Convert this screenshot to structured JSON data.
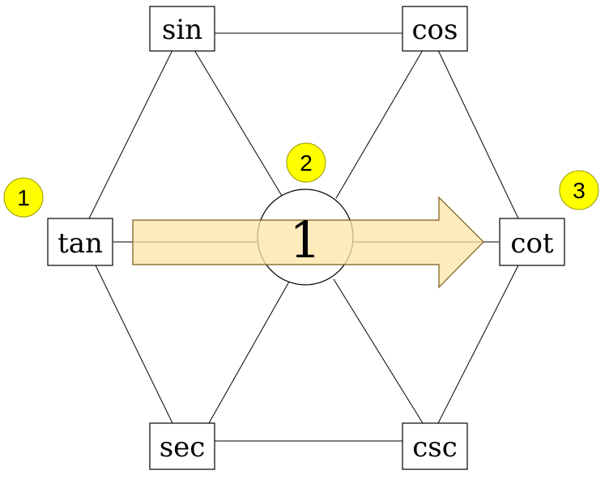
{
  "colors": {
    "arrow_fill": "#fce4a6",
    "arrow_stroke": "#7a5a1a",
    "badge_fill": "#ffff00",
    "badge_stroke": "#999900"
  },
  "nodes": {
    "sin": "sin",
    "cos": "cos",
    "tan": "tan",
    "cot": "cot",
    "sec": "sec",
    "csc": "csc"
  },
  "center": {
    "label": "1"
  },
  "badges": [
    "1",
    "2",
    "3"
  ],
  "arrow": {
    "from": "tan",
    "to": "cot"
  }
}
